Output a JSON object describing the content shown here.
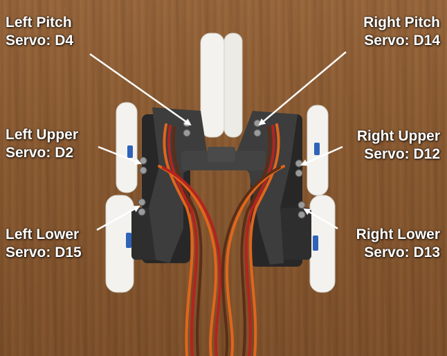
{
  "labels": {
    "left_pitch": {
      "line1": "Left Pitch",
      "line2": "Servo: D4"
    },
    "right_pitch": {
      "line1": "Right Pitch",
      "line2": "Servo: D14"
    },
    "left_upper": {
      "line1": "Left Upper",
      "line2": "Servo: D2"
    },
    "right_upper": {
      "line1": "Right Upper",
      "line2": "Servo: D12"
    },
    "left_lower": {
      "line1": "Left Lower",
      "line2": "Servo: D15"
    },
    "right_lower": {
      "line1": "Right Lower",
      "line2": "Servo: D13"
    }
  },
  "colors": {
    "label_text": "#ffffff",
    "arrow": "#ffffff",
    "servo_body": "#2b2b2b",
    "bracket": "#3c3c3c",
    "plastic_parts": "#f2f2ef",
    "wire_orange": "#e0661b",
    "wire_red": "#b4231f",
    "wire_brown": "#5b2e17"
  }
}
